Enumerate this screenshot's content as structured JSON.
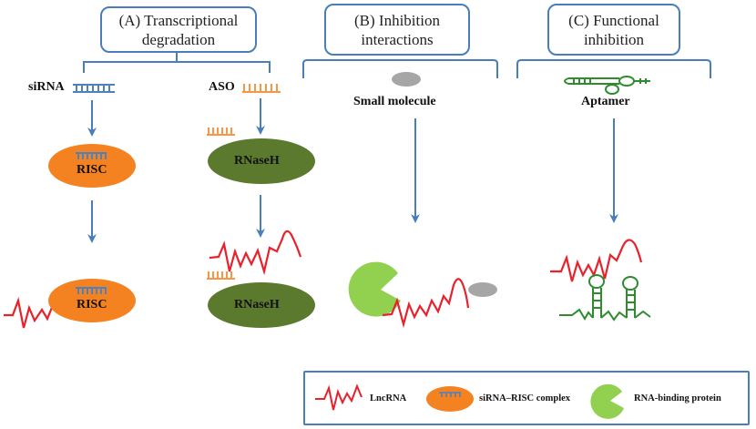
{
  "panels": {
    "a": {
      "line1": "(A) Transcriptional",
      "line2": "degradation"
    },
    "b": {
      "line1": "(B) Inhibition",
      "line2": "interactions"
    },
    "c": {
      "line1": "(C) Functional",
      "line2": "inhibition"
    }
  },
  "labels": {
    "sirna": "siRNA",
    "aso": "ASO",
    "risc": "RISC",
    "rnaseh": "RNaseH",
    "small_molecule": "Small molecule",
    "aptamer": "Aptamer"
  },
  "legend": {
    "lncrna": "LncRNA",
    "sirna_risc": "siRNA–RISC complex",
    "rbp": "RNA-binding protein"
  },
  "colors": {
    "border_blue": "#4a7ebb",
    "sirna_blue": "#4f81bd",
    "aso_orange": "#f79646",
    "risc_orange": "#f58220",
    "rnaseh_green": "#5b7a2e",
    "lncrna_red": "#e8212a",
    "aptamer_green": "#2e8b2e",
    "rbp_green": "#92d050",
    "small_molecule_gray": "#a6a6a6"
  }
}
